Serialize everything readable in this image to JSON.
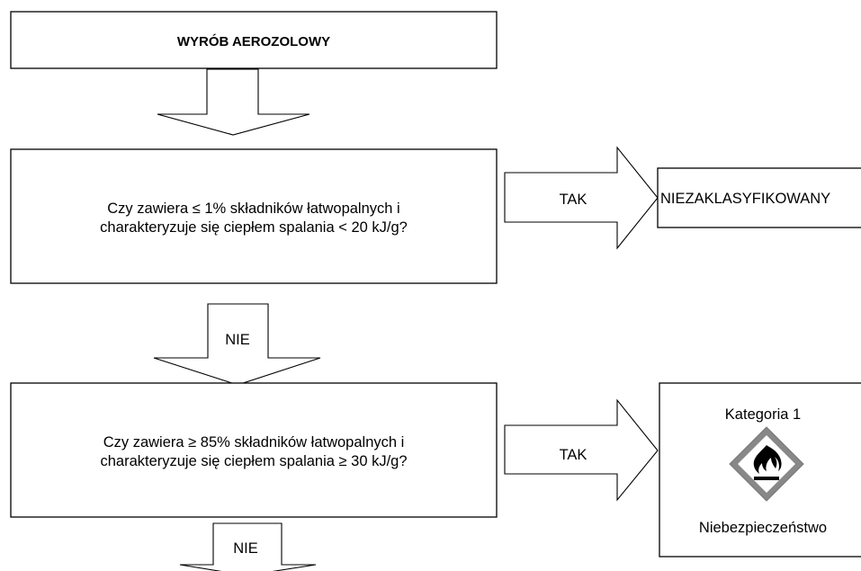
{
  "diagram": {
    "start": {
      "label": "WYRÓB AEROZOLOWY"
    },
    "question1": {
      "line1": "Czy zawiera ≤ 1% składników łatwopalnych i",
      "line2": "charakteryzuje się ciepłem spalania < 20 kJ/g?"
    },
    "yes1": {
      "label": "TAK"
    },
    "result1": {
      "label": "NIEZAKLASYFIKOWANY"
    },
    "no1": {
      "label": "NIE"
    },
    "question2": {
      "line1": "Czy zawiera ≥ 85% składników łatwopalnych i",
      "line2": "charakteryzuje się ciepłem spalania ≥ 30 kJ/g?"
    },
    "yes2": {
      "label": "TAK"
    },
    "result2": {
      "category": "Kategoria 1",
      "pictogram": "flame-hazard-icon",
      "signal_word": "Niebezpieczeństwo"
    },
    "no2": {
      "label": "NIE"
    }
  }
}
